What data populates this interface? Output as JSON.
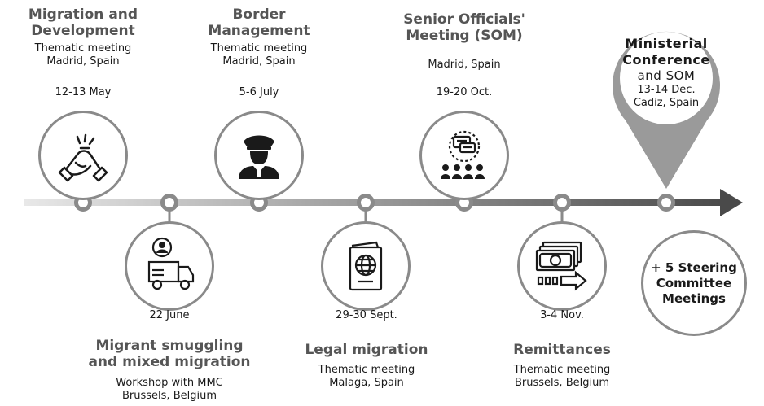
{
  "events": [
    {
      "title_line1": "Migration and",
      "title_line2": "Development",
      "type": "Thematic meeting",
      "location": "Madrid, Spain",
      "date": "12-13 May",
      "icon": "handshake-icon"
    },
    {
      "title_line1": "Border",
      "title_line2": "Management",
      "type": "Thematic meeting",
      "location": "Madrid, Spain",
      "date": "5-6 July",
      "icon": "officer-icon"
    },
    {
      "title_line1": "Senior Officials'",
      "title_line2": "Meeting (SOM)",
      "location": "Madrid, Spain",
      "date": "19-20 Oct.",
      "icon": "meeting-audience-icon"
    },
    {
      "title_line1": "Migrant smuggling",
      "title_line2": "and  mixed migration",
      "type": "Workshop with MMC",
      "location": "Brussels, Belgium",
      "date": "22 June",
      "icon": "person-truck-icon"
    },
    {
      "title_line1": "Legal migration",
      "type": "Thematic meeting",
      "location": "Malaga, Spain",
      "date": "29-30 Sept.",
      "icon": "passport-icon"
    },
    {
      "title_line1": "Remittances",
      "type": "Thematic meeting",
      "location": "Brussels, Belgium",
      "date": "3-4 Nov.",
      "icon": "money-transfer-icon"
    }
  ],
  "ministerial": {
    "line1": "Ministerial",
    "line2": "Conference",
    "line3": "and SOM",
    "date": "13-14 Dec.",
    "location": "Cadiz, Spain"
  },
  "steering": {
    "line1": "+ 5 Steering",
    "line2": "Committee",
    "line3": "Meetings"
  },
  "colors": {
    "line_start": "#e6e6e6",
    "line_end": "#4d4d4d",
    "accent_gray": "#8a8a8a",
    "title_gray": "#555555",
    "pin_gray": "#9a9a9a"
  }
}
